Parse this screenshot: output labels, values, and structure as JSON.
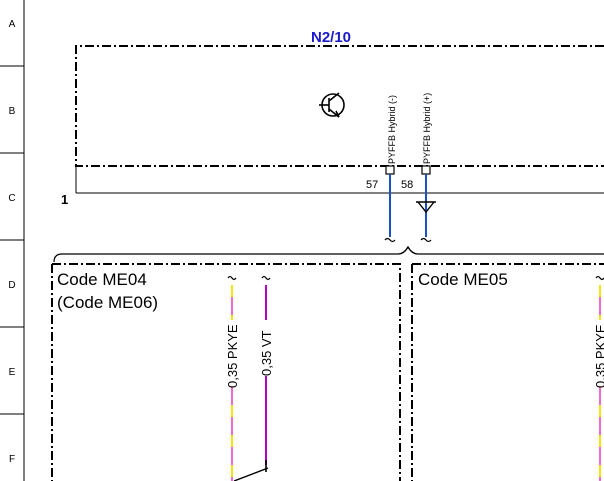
{
  "grid": {
    "rows": [
      "A",
      "B",
      "C",
      "D",
      "E",
      "F"
    ]
  },
  "component": {
    "id": "N2/10",
    "id_color": "#1a1acc",
    "symbol": "transistor-icon",
    "pins": [
      {
        "label": "PYFFB Hybrid (-)",
        "number": "57"
      },
      {
        "label": "PYFFB Hybrid (+)",
        "number": "58"
      }
    ]
  },
  "bus_label": "1",
  "blocks": [
    {
      "code": "Code ME04",
      "alt": "(Code ME06)"
    },
    {
      "code": "Code ME05",
      "alt": ""
    }
  ],
  "wires": [
    {
      "label": "0,35 PKYE",
      "color": "#f06ad2",
      "stripe": "#f2e60a"
    },
    {
      "label": "0,35 VT",
      "color": "#b400c8"
    },
    {
      "label": "0,35 PKYE",
      "color": "#f06ad2",
      "stripe": "#f2e60a"
    }
  ],
  "colors": {
    "signal": "#1a4fc8",
    "frame": "#000000"
  }
}
